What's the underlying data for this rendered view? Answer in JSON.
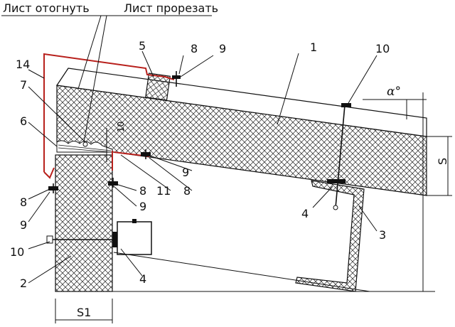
{
  "header": {
    "label_left": "Лист отогнуть",
    "label_right": "Лист прорезать"
  },
  "callouts": {
    "c1": "1",
    "c2": "2",
    "c3": "3",
    "c4a": "4",
    "c4b": "4",
    "c5": "5",
    "c6": "6",
    "c7": "7",
    "c8a": "8",
    "c8b": "8",
    "c8c": "8",
    "c8d": "8",
    "c9a": "9",
    "c9b": "9",
    "c9c": "9",
    "c9d": "9",
    "c10a": "10",
    "c10b": "10",
    "c11": "11",
    "c14": "14"
  },
  "dimensions": {
    "angle": "α°",
    "thickness": "S",
    "wall_thickness": "S1",
    "gap": "10"
  },
  "colors": {
    "flashing": "#b8201c",
    "line": "#111111"
  }
}
